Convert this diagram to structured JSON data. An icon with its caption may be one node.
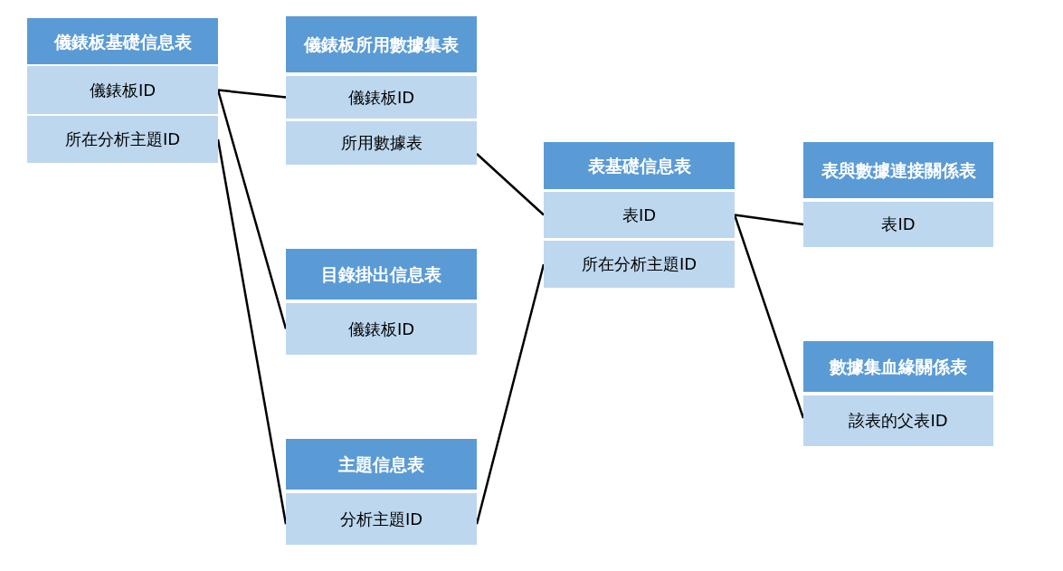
{
  "diagram": {
    "nodes": [
      {
        "text": [
          "儀錶板基礎信息表"
        ]
      },
      {
        "text": [
          "儀錶板ID"
        ],
        "in": 0
      },
      {
        "text": [
          "所在分析主題ID"
        ],
        "in": 0
      },
      {
        "text": [
          "儀錶板所用數據集表"
        ]
      },
      {
        "text": [
          "儀錶板ID"
        ],
        "in": 3
      },
      {
        "text": [
          "所用數據表"
        ],
        "in": 3
      },
      {
        "text": [
          "目錄掛出信息表"
        ]
      },
      {
        "text": [
          "儀錶板ID"
        ],
        "in": 6
      },
      {
        "text": [
          "主題信息表"
        ]
      },
      {
        "text": [
          "分析主題ID"
        ],
        "in": 8
      },
      {
        "text": [
          "表基礎信息表"
        ]
      },
      {
        "text": [
          "表ID"
        ],
        "in": 10
      },
      {
        "text": [
          "所在分析主題ID"
        ],
        "in": 10
      },
      {
        "text": [
          "表與數據連接關係表"
        ]
      },
      {
        "text": [
          "表ID"
        ],
        "in": 13
      },
      {
        "text": [
          "數據集血緣關係表"
        ]
      },
      {
        "text": [
          "該表的父表ID"
        ],
        "in": 15
      }
    ],
    "edges": [
      {
        "from": 1,
        "to": 4,
        "arrow": "none"
      },
      {
        "from": 1,
        "to": 7,
        "arrow": "none"
      },
      {
        "from": 2,
        "to": 9,
        "arrow": "none"
      },
      {
        "from": 5,
        "to": 11,
        "arrow": "none"
      },
      {
        "from": 9,
        "to": 12,
        "arrow": "none"
      },
      {
        "from": 11,
        "to": 14,
        "arrow": "none"
      },
      {
        "from": 11,
        "to": 16,
        "arrow": "none"
      }
    ]
  }
}
